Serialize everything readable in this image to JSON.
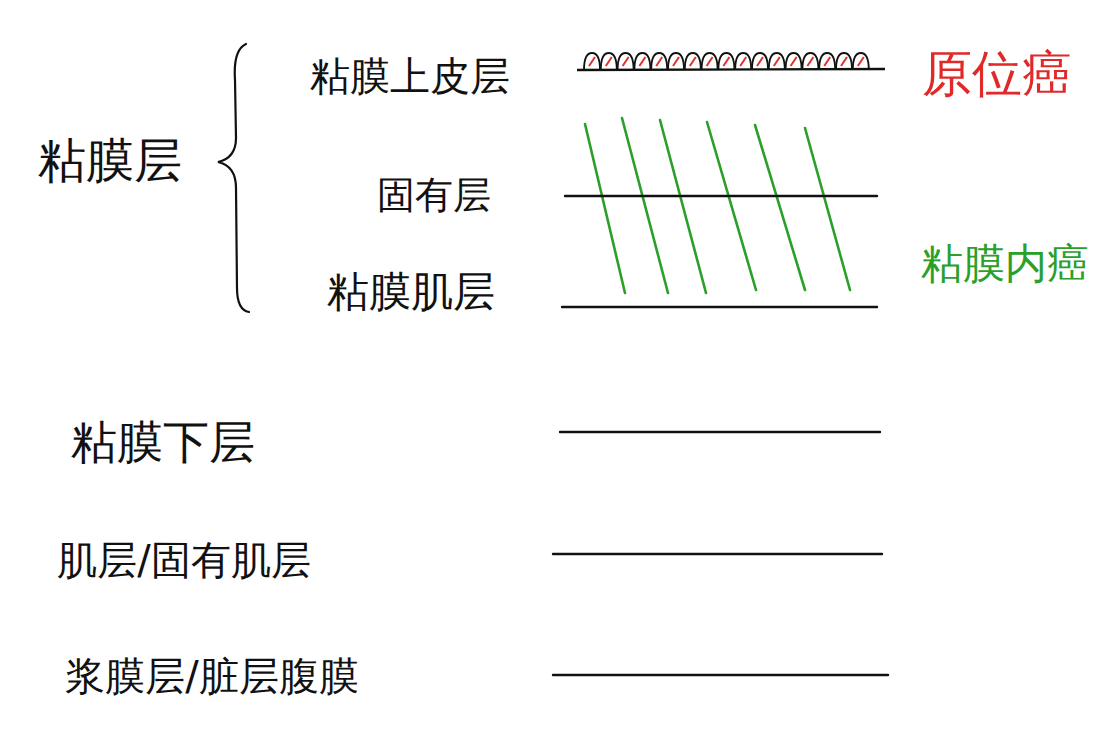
{
  "diagram": {
    "labels": [
      "粘膜上皮层",
      "原位癌",
      "粘膜层",
      "固有层",
      "粘膜内癌",
      "粘膜肌层",
      "粘膜下层",
      "肌层/固有肌层",
      "浆膜层/脏层腹膜"
    ]
  }
}
